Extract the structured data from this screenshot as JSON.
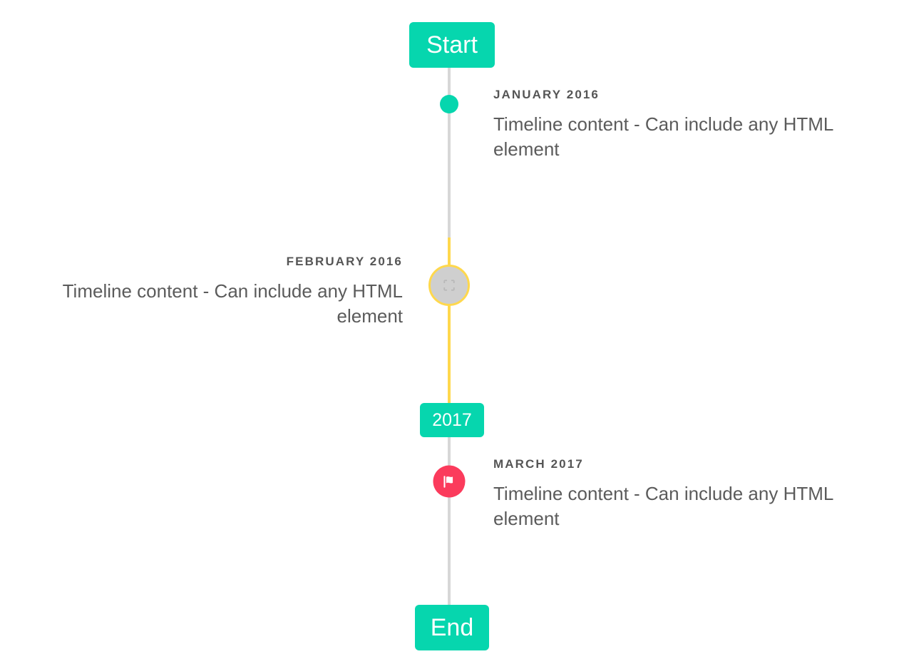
{
  "timeline": {
    "badges": {
      "start": {
        "label": "Start"
      },
      "middle": {
        "label": "2017"
      },
      "end": {
        "label": "End"
      }
    },
    "entries": [
      {
        "date": "JANUARY 2016",
        "text": "Timeline content - Can include any HTML element",
        "side": "right",
        "marker": "dot-icon"
      },
      {
        "date": "FEBRUARY 2016",
        "text": "Timeline content - Can include any HTML element",
        "side": "left",
        "marker": "broken-image-icon"
      },
      {
        "date": "MARCH 2017",
        "text": "Timeline content - Can include any HTML element",
        "side": "right",
        "marker": "flag-icon"
      }
    ],
    "colors": {
      "accent_teal": "#06d6ae",
      "highlight_yellow": "#ffd84d",
      "marker_pink": "#fb3b5c",
      "axis_gray": "#d7d7d7",
      "marker_gray": "#cfcfcf",
      "date_text": "#555555",
      "body_text": "#5b5b5b"
    }
  }
}
